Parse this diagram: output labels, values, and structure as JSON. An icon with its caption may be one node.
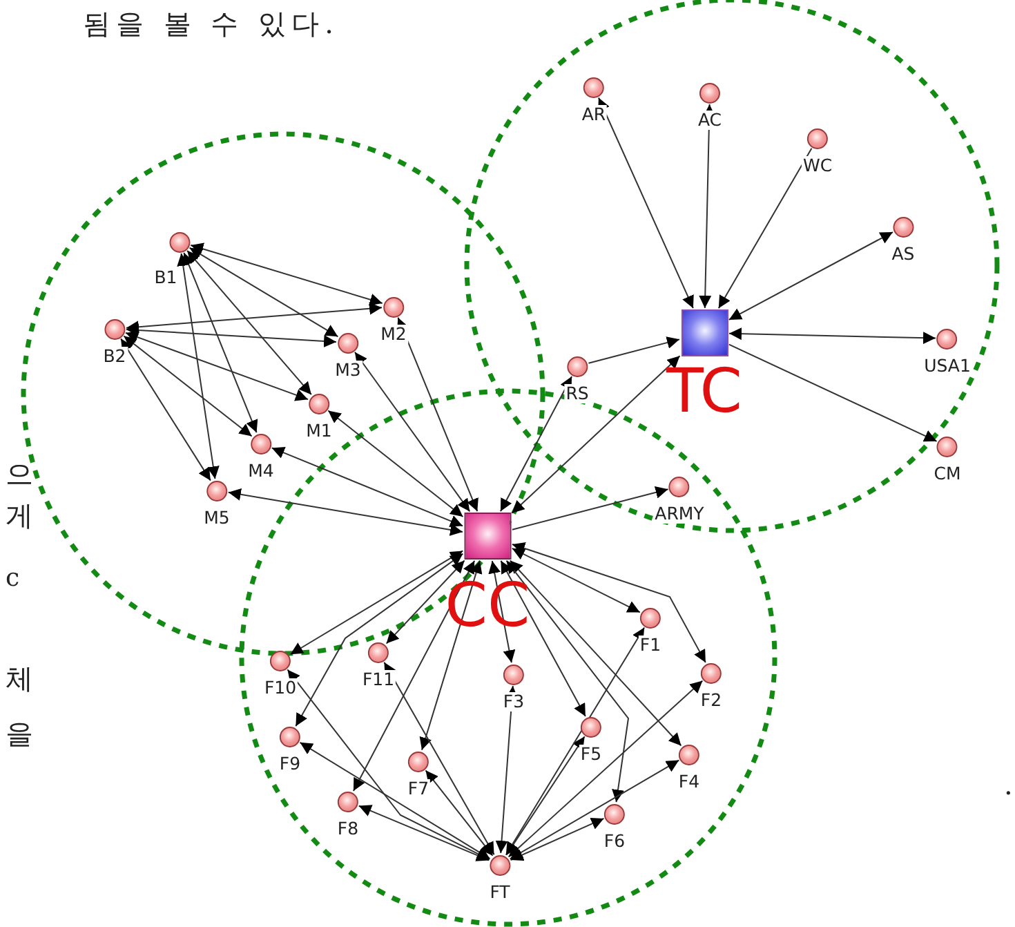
{
  "diagram": {
    "nodes": [
      {
        "text": [
          "AR"
        ]
      },
      {
        "text": [
          "AC"
        ]
      },
      {
        "text": [
          "WC"
        ]
      },
      {
        "text": [
          "B1"
        ]
      },
      {
        "text": [
          "AS"
        ]
      },
      {
        "text": [
          "M2"
        ]
      },
      {
        "text": [
          "B2"
        ]
      },
      {
        "text": [
          "TC"
        ]
      },
      {
        "text": [
          "M3"
        ]
      },
      {
        "text": [
          "USA1"
        ]
      },
      {
        "text": [
          "RS"
        ]
      },
      {
        "text": [
          "M1"
        ]
      },
      {
        "text": [
          "M4"
        ]
      },
      {
        "text": [
          "CM"
        ]
      },
      {
        "text": [
          "M5"
        ]
      },
      {
        "text": [
          "ARMY"
        ]
      },
      {
        "text": [
          "CC"
        ]
      },
      {
        "text": [
          "F1"
        ]
      },
      {
        "text": [
          "F10"
        ]
      },
      {
        "text": [
          "F11"
        ]
      },
      {
        "text": [
          "F3"
        ]
      },
      {
        "text": [
          "F2"
        ]
      },
      {
        "text": [
          "F9"
        ]
      },
      {
        "text": [
          "F5"
        ]
      },
      {
        "text": [
          "F7"
        ]
      },
      {
        "text": [
          "F4"
        ]
      },
      {
        "text": [
          "F8"
        ]
      },
      {
        "text": [
          "F6"
        ]
      },
      {
        "text": [
          "FT"
        ]
      }
    ],
    "edges": [
      {
        "from": 3,
        "to": 5,
        "arrow": "both"
      },
      {
        "from": 3,
        "to": 8,
        "arrow": "both"
      },
      {
        "from": 3,
        "to": 11,
        "arrow": "both"
      },
      {
        "from": 3,
        "to": 12,
        "arrow": "both"
      },
      {
        "from": 3,
        "to": 14,
        "arrow": "both"
      },
      {
        "from": 6,
        "to": 5,
        "arrow": "both"
      },
      {
        "from": 6,
        "to": 8,
        "arrow": "both"
      },
      {
        "from": 6,
        "to": 11,
        "arrow": "both"
      },
      {
        "from": 6,
        "to": 12,
        "arrow": "both"
      },
      {
        "from": 6,
        "to": 14,
        "arrow": "both"
      },
      {
        "from": 16,
        "to": 5,
        "arrow": "both"
      },
      {
        "from": 16,
        "to": 8,
        "arrow": "both"
      },
      {
        "from": 16,
        "to": 11,
        "arrow": "both"
      },
      {
        "from": 16,
        "to": 12,
        "arrow": "both"
      },
      {
        "from": 16,
        "to": 14,
        "arrow": "both"
      },
      {
        "from": 10,
        "to": 16,
        "arrow": "both"
      },
      {
        "from": 16,
        "to": 7,
        "arrow": "both"
      },
      {
        "from": 10,
        "to": 7,
        "arrow": "to"
      },
      {
        "from": 16,
        "to": 15,
        "arrow": "to"
      },
      {
        "from": 0,
        "to": 7,
        "arrow": "both"
      },
      {
        "from": 1,
        "to": 7,
        "arrow": "both"
      },
      {
        "from": 2,
        "to": 7,
        "arrow": "to"
      },
      {
        "from": 4,
        "to": 7,
        "arrow": "both"
      },
      {
        "from": 7,
        "to": 9,
        "arrow": "both"
      },
      {
        "from": 7,
        "to": 13,
        "arrow": "to"
      },
      {
        "from": 16,
        "to": 17,
        "arrow": "both"
      },
      {
        "from": 16,
        "to": 21,
        "arrow": "both"
      },
      {
        "from": 16,
        "to": 18,
        "arrow": "both"
      },
      {
        "from": 16,
        "to": 22,
        "arrow": "both"
      },
      {
        "from": 16,
        "to": 19,
        "arrow": "both"
      },
      {
        "from": 16,
        "to": 20,
        "arrow": "both"
      },
      {
        "from": 16,
        "to": 23,
        "arrow": "both"
      },
      {
        "from": 16,
        "to": 24,
        "arrow": "both"
      },
      {
        "from": 16,
        "to": 25,
        "arrow": "both"
      },
      {
        "from": 16,
        "to": 26,
        "arrow": "both"
      },
      {
        "from": 16,
        "to": 27,
        "arrow": "both"
      },
      {
        "from": 28,
        "to": 18,
        "arrow": "both"
      },
      {
        "from": 28,
        "to": 19,
        "arrow": "both"
      },
      {
        "from": 28,
        "to": 22,
        "arrow": "both"
      },
      {
        "from": 28,
        "to": 26,
        "arrow": "both"
      },
      {
        "from": 28,
        "to": 24,
        "arrow": "both"
      },
      {
        "from": 28,
        "to": 20,
        "arrow": "both"
      },
      {
        "from": 28,
        "to": 23,
        "arrow": "both"
      },
      {
        "from": 28,
        "to": 17,
        "arrow": "both"
      },
      {
        "from": 28,
        "to": 21,
        "arrow": "both"
      },
      {
        "from": 28,
        "to": 25,
        "arrow": "both"
      },
      {
        "from": 28,
        "to": 27,
        "arrow": "both"
      }
    ],
    "labels": [
      "됨을 볼 수 있다.",
      "으",
      "게",
      "c",
      "체",
      "을",
      "."
    ]
  }
}
